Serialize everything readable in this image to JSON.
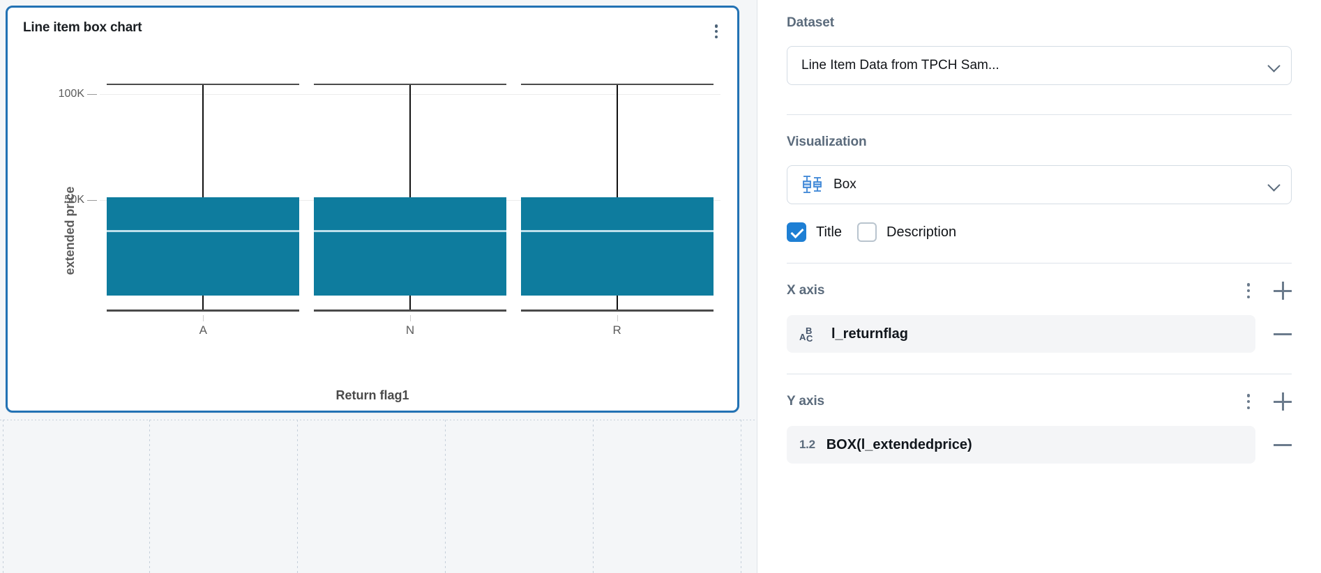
{
  "chart_card": {
    "title": "Line item box chart",
    "menu_icon": "kebab-menu-icon"
  },
  "chart_data": {
    "type": "box",
    "title": "Line item box chart",
    "xlabel": "Return flag1",
    "ylabel": "extended price",
    "categories": [
      "A",
      "N",
      "R"
    ],
    "ytick_labels": [
      "100K",
      "50K"
    ],
    "ytick_values": [
      100000,
      50000
    ],
    "ylim": [
      -25000,
      115000
    ],
    "grid": true,
    "legend": false,
    "box_color": "#0e7c9e",
    "median_color": "#bcdfeb",
    "whisker_color": "#111111",
    "boxes": [
      {
        "category": "A",
        "whisker_high": 104950,
        "q3": 51500,
        "median": 36000,
        "q1": 5200,
        "whisker_low": -1500
      },
      {
        "category": "N",
        "whisker_high": 104950,
        "q3": 51500,
        "median": 36000,
        "q1": 5200,
        "whisker_low": -1500
      },
      {
        "category": "R",
        "whisker_high": 104950,
        "q3": 51500,
        "median": 36000,
        "q1": 5200,
        "whisker_low": -1500
      }
    ]
  },
  "panel": {
    "dataset": {
      "label": "Dataset",
      "value": "Line Item Data from TPCH Sam...",
      "chevron_icon": "chevron-down-icon"
    },
    "visualization": {
      "label": "Visualization",
      "value": "Box",
      "type_icon": "box-plot-icon",
      "chevron_icon": "chevron-down-icon",
      "toggles": [
        {
          "label": "Title",
          "checked": true
        },
        {
          "label": "Description",
          "checked": false
        }
      ]
    },
    "x_axis": {
      "label": "X axis",
      "menu_icon": "kebab-menu-icon",
      "add_icon": "plus-icon",
      "fields": [
        {
          "name": "l_returnflag",
          "type_icon": "abc-string-icon",
          "remove_icon": "minus-icon"
        }
      ]
    },
    "y_axis": {
      "label": "Y axis",
      "menu_icon": "kebab-menu-icon",
      "add_icon": "plus-icon",
      "fields": [
        {
          "name": "BOX(l_extendedprice)",
          "type_icon": "numeric-icon",
          "type_icon_text": "1.2",
          "remove_icon": "minus-icon"
        }
      ]
    }
  }
}
